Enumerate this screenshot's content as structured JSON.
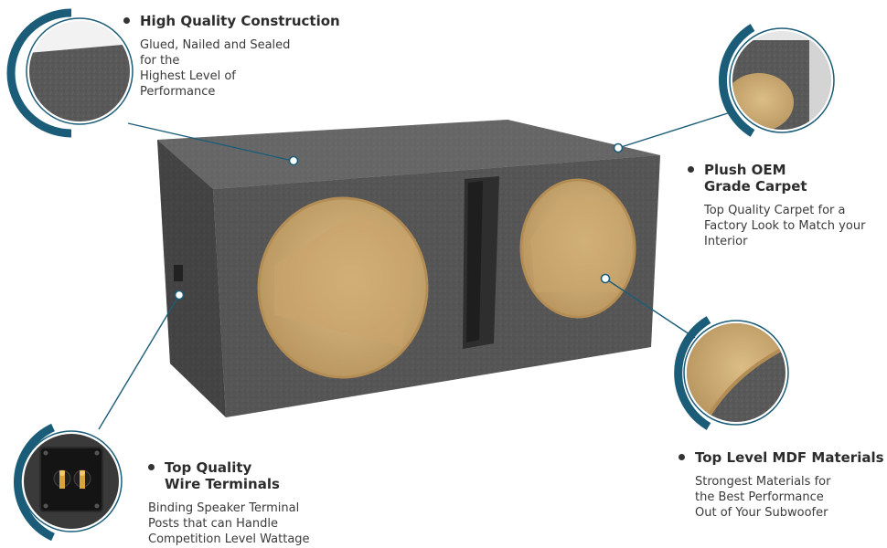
{
  "features": [
    {
      "title": "High Quality Construction",
      "description": "Glued, Nailed and Sealed\nfor the\nHighest Level of\nPerformance"
    },
    {
      "title": "Plush OEM\nGrade Carpet",
      "description": "Top Quality Carpet for a\nFactory Look to Match your\nInterior"
    },
    {
      "title": "Top Quality\nWire Terminals",
      "description": "Binding Speaker Terminal\nPosts that can Handle\nCompetition Level Wattage"
    },
    {
      "title": "Top Level MDF Materials",
      "description": "Strongest Materials for\nthe Best Performance\nOut of  Your Subwoofer"
    }
  ],
  "colors": {
    "accent": "#1b5d78",
    "carpet": "#5a5a5a",
    "mdf": "#d2b07a"
  }
}
